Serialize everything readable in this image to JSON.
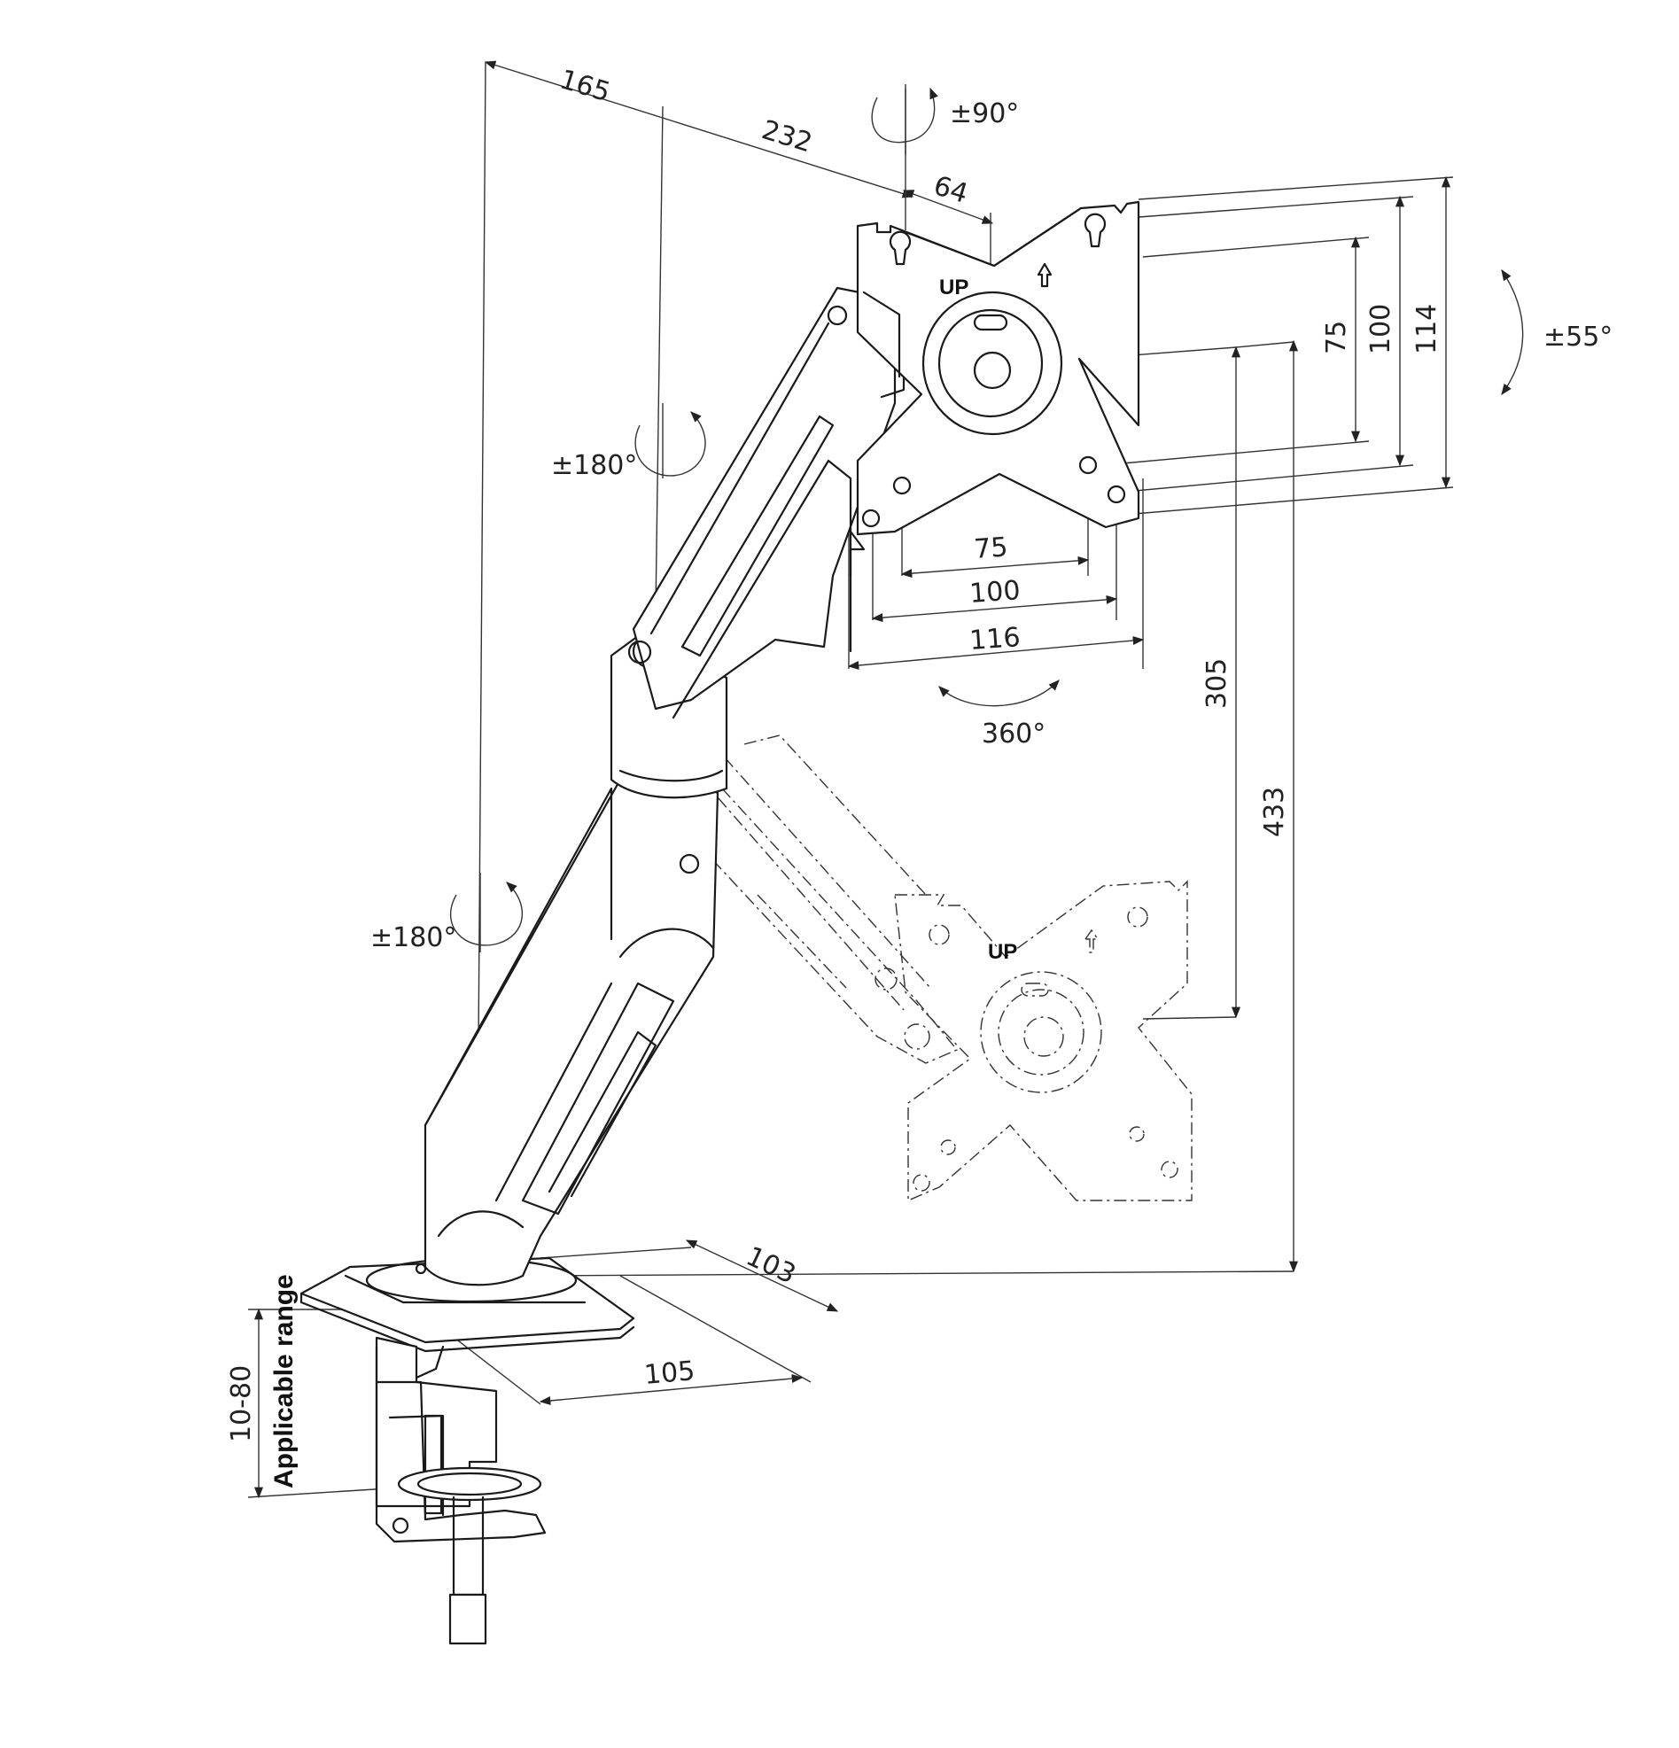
{
  "dimensions": {
    "arm_segment_1": "165",
    "arm_segment_2": "232",
    "plate_offset": "64",
    "vesa_vertical_small": "75",
    "vesa_vertical_large": "100",
    "plate_height": "114",
    "vesa_horizontal_small": "75",
    "vesa_horizontal_large": "100",
    "plate_width": "116",
    "height_lower_plate": "305",
    "height_total": "433",
    "base_depth": "103",
    "base_width": "105",
    "clamp_range": "10-80"
  },
  "rotations": {
    "monitor_rotation": "±90°",
    "tilt": "±55°",
    "upper_arm_swivel": "±180°",
    "lower_arm_swivel": "±180°",
    "pan": "360°"
  },
  "labels": {
    "up_upper": "UP",
    "up_lower": "UP",
    "applicable_range": "Applicable range"
  }
}
